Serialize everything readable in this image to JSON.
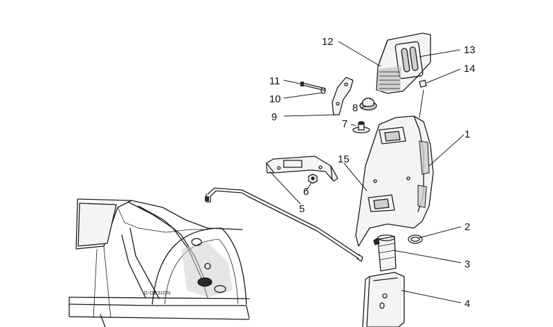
{
  "callouts": [
    {
      "id": "1",
      "text": "1"
    },
    {
      "id": "2",
      "text": "2"
    },
    {
      "id": "3",
      "text": "3"
    },
    {
      "id": "4",
      "text": "4"
    },
    {
      "id": "5",
      "text": "5"
    },
    {
      "id": "6",
      "text": "6"
    },
    {
      "id": "7",
      "text": "7"
    },
    {
      "id": "8",
      "text": "8"
    },
    {
      "id": "9",
      "text": "9"
    },
    {
      "id": "10",
      "text": "10"
    },
    {
      "id": "11",
      "text": "11"
    },
    {
      "id": "12",
      "text": "12"
    },
    {
      "id": "13",
      "text": "13"
    },
    {
      "id": "14",
      "text": "14"
    },
    {
      "id": "15",
      "text": "15"
    }
  ],
  "watermark": "G-DESIGN"
}
